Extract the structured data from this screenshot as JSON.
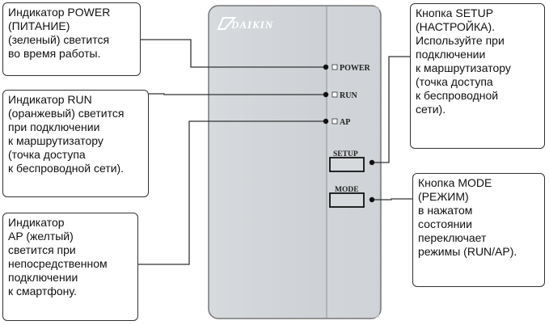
{
  "brand": {
    "logo_text": "DAIKIN"
  },
  "device": {
    "indicators": [
      "POWER",
      "RUN",
      "AP"
    ],
    "buttons": {
      "setup": "SETUP",
      "mode": "MODE"
    }
  },
  "callouts": {
    "power": [
      "Индикатор POWER",
      "(ПИТАНИЕ)",
      "(зеленый) светится",
      "во время работы."
    ],
    "run": [
      "Индикатор RUN",
      "(оранжевый) светится",
      "при подключении",
      "к маршрутизатору",
      "(точка доступа",
      "к беспроводной сети)."
    ],
    "ap": [
      "Индикатор",
      "AP (желтый)",
      "светится при",
      "непосредственном",
      "подключении",
      "к смартфону."
    ],
    "setup": [
      "Кнопка SETUP",
      "(НАСТРОЙКА).",
      "Используйте при",
      "подключении",
      "к маршрутизатору",
      "(точка доступа",
      "к беспроводной",
      "сети)."
    ],
    "mode": [
      "Кнопка MODE",
      "(РЕЖИМ)",
      "в нажатом",
      "состоянии",
      "переключает",
      "режимы (RUN/AP)."
    ]
  }
}
